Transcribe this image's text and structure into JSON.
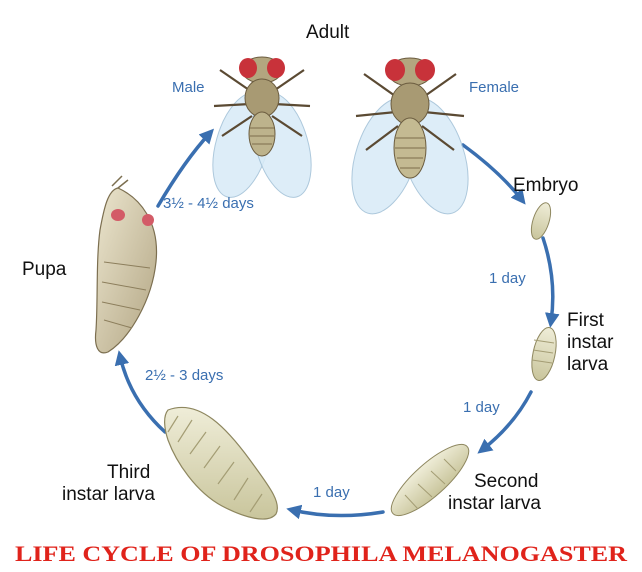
{
  "stages": {
    "adult": "Adult",
    "male": "Male",
    "female": "Female",
    "embryo": "Embryo",
    "first_larva": [
      "First",
      "instar",
      "larva"
    ],
    "second_larva": [
      "Second",
      "instar larva"
    ],
    "third_larva": [
      "Third",
      "instar larva"
    ],
    "pupa": "Pupa"
  },
  "durations": {
    "embryo_to_first": "1 day",
    "first_to_second": "1 day",
    "second_to_third": "1 day",
    "third_to_pupa": "2½ - 3 days",
    "pupa_to_adult": "3½ - 4½ days"
  },
  "caption": "LIFE CYCLE OF DROSOPHILA MELANOGASTER",
  "colors": {
    "arrow": "#3a6fb0",
    "caption": "#e0231b",
    "eye": "#c8323a",
    "body": "#b9b48a",
    "wing": "#d8ebf7"
  }
}
